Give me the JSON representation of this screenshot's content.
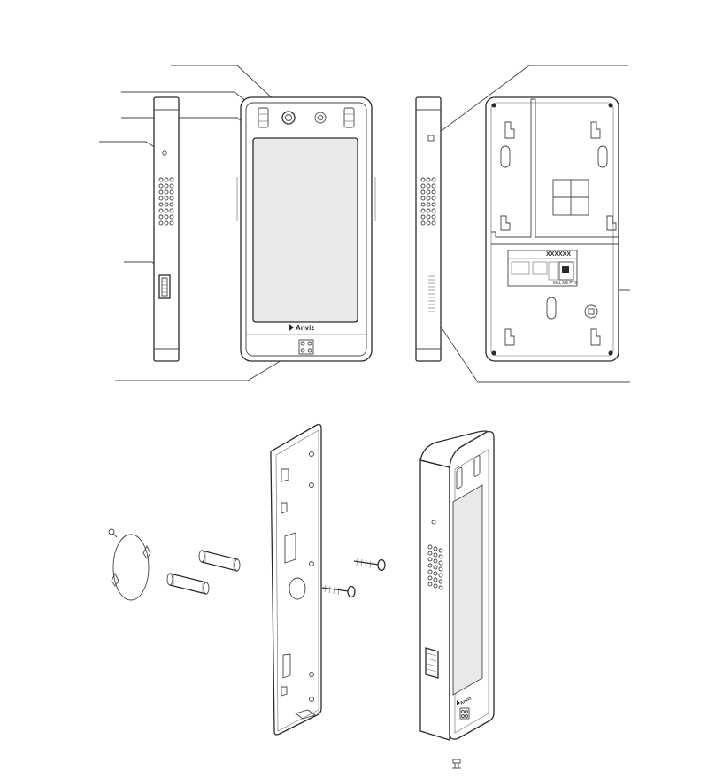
{
  "front_view": {
    "brand_label": "Anviz"
  },
  "back_view": {
    "label_text": "XXXXXX",
    "label_small": "MAL  MS  PTS"
  },
  "exploded_view": {
    "brand_label": "Anviz"
  }
}
